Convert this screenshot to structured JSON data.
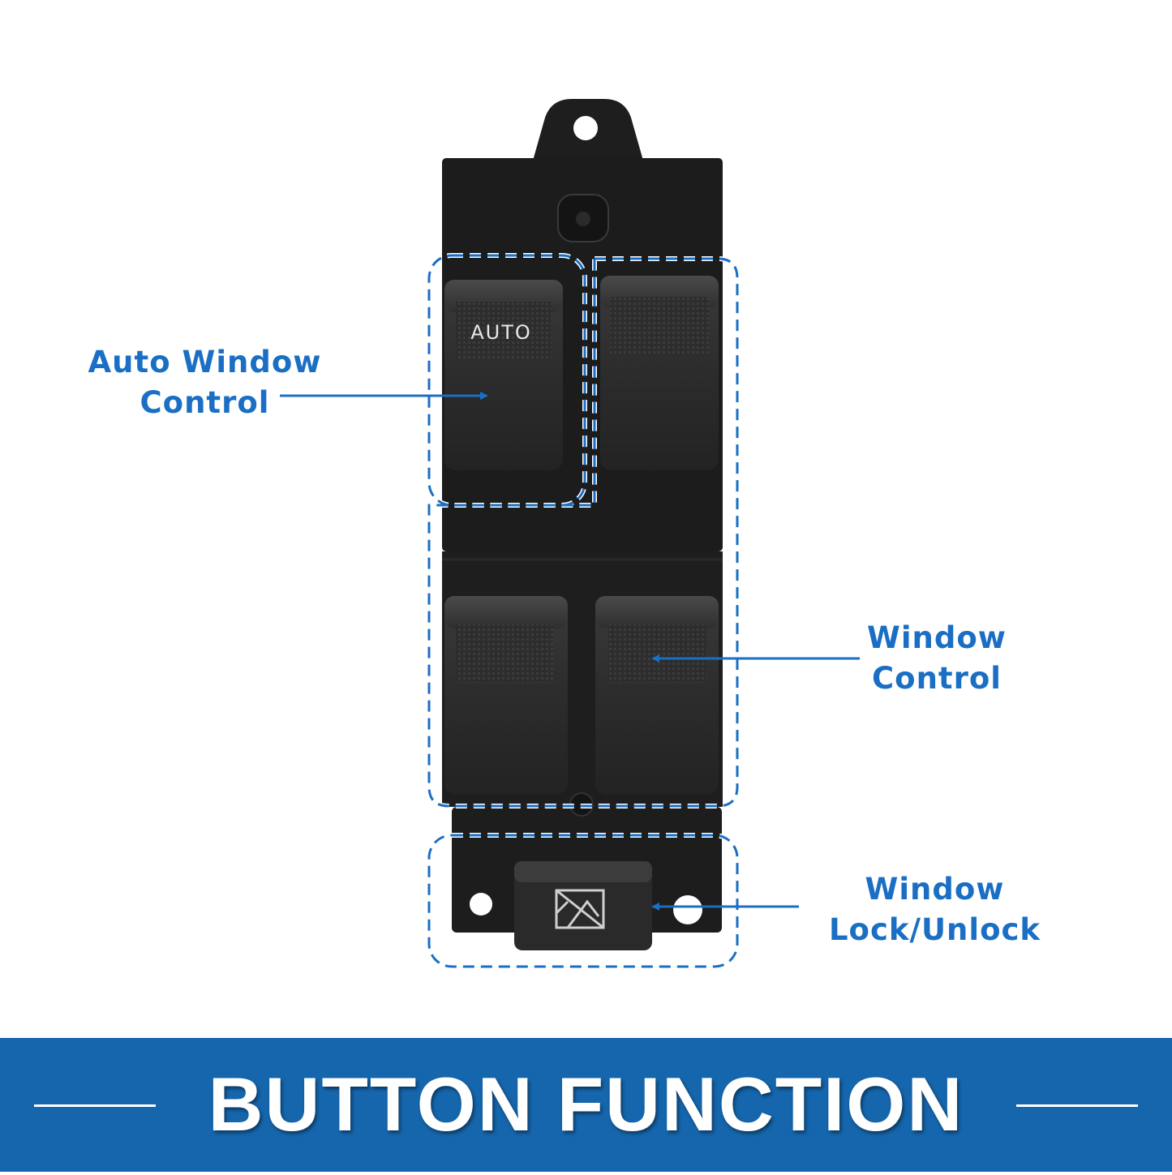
{
  "colors": {
    "accent": "#1a6fc4",
    "banner": "#1566ad",
    "banner_text": "#ffffff",
    "switch_body": "#1c1c1c",
    "switch_button": "#2e2e2e"
  },
  "switch": {
    "auto_label": "AUTO",
    "lock_icon": "window-lock-icon"
  },
  "callouts": {
    "auto_window": {
      "line1": "Auto Window",
      "line2": "Control"
    },
    "window_control": {
      "line1": "Window",
      "line2": "Control"
    },
    "window_lock": {
      "line1": "Window",
      "line2": "Lock/Unlock"
    }
  },
  "banner": {
    "title": "BUTTON FUNCTION"
  }
}
